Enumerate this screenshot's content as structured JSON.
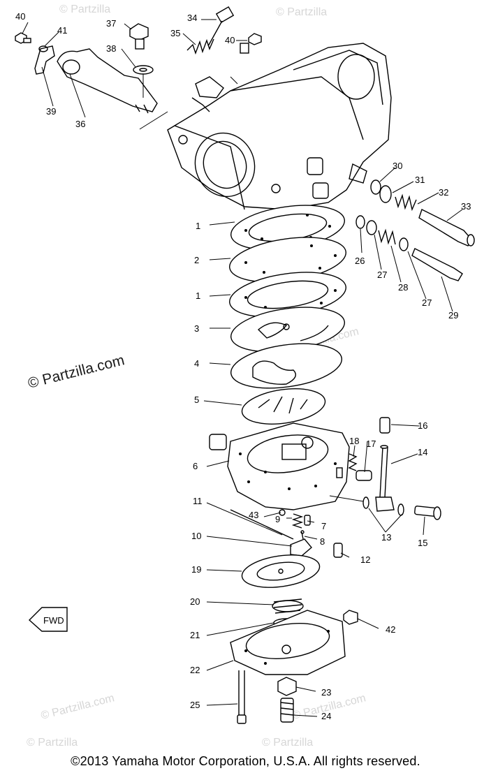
{
  "watermark": {
    "main": "© Partzilla.com",
    "faint": [
      "© Partzilla",
      "© Partzilla",
      "© Partzilla.com",
      "© Partzilla.com",
      "© Partzilla.com",
      "© Partzilla",
      "© Partzilla"
    ]
  },
  "fwd_badge": "FWD",
  "callouts": {
    "c1a": "1",
    "c1b": "1",
    "c2": "2",
    "c3": "3",
    "c4": "4",
    "c5": "5",
    "c6": "6",
    "c7": "7",
    "c8": "8",
    "c9": "9",
    "c10": "10",
    "c11": "11",
    "c12": "12",
    "c13": "13",
    "c14": "14",
    "c15": "15",
    "c16": "16",
    "c17": "17",
    "c18": "18",
    "c19": "19",
    "c20": "20",
    "c21": "21",
    "c22": "22",
    "c23": "23",
    "c24": "24",
    "c25": "25",
    "c26": "26",
    "c27a": "27",
    "c27b": "27",
    "c28": "28",
    "c29": "29",
    "c30": "30",
    "c31": "31",
    "c32": "32",
    "c33": "33",
    "c34": "34",
    "c35": "35",
    "c36": "36",
    "c37": "37",
    "c38": "38",
    "c39": "39",
    "c40a": "40",
    "c40b": "40",
    "c41": "41",
    "c42": "42",
    "c43": "43"
  },
  "copyright": "©2013 Yamaha Motor Corporation, U.S.A. All rights reserved."
}
